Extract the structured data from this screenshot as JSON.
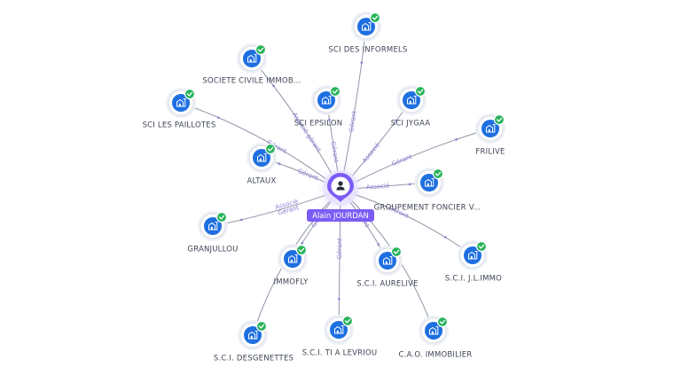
{
  "center": {
    "name": "Alain JOURDAN",
    "icon": "person-icon",
    "color": "#7b5cf5"
  },
  "colors": {
    "node": "#1e6fe0",
    "check": "#27b35a",
    "edge": "#8e96a6",
    "edge_label": "#8a7fd6"
  },
  "companies": [
    {
      "id": "sci-des-informels",
      "name": "SCI DES INFORMELS",
      "roles": [
        "Gérant"
      ]
    },
    {
      "id": "societe-civile-immob",
      "name": "SOCIETE CIVILE IMMOB...",
      "roles": [
        "Associé-gérant"
      ]
    },
    {
      "id": "sci-epsilon",
      "name": "SCI EPSILON",
      "roles": [
        "Gérant"
      ]
    },
    {
      "id": "sci-jygaa",
      "name": "SCI JYGAA",
      "roles": [
        "Associé"
      ]
    },
    {
      "id": "sci-les-paillotes",
      "name": "SCI LES PAILLOTES",
      "roles": [
        "Gérant"
      ]
    },
    {
      "id": "frilive",
      "name": "FRILIVE",
      "roles": [
        "Gérant"
      ]
    },
    {
      "id": "altaux",
      "name": "ALTAUX",
      "roles": [
        "Gérant"
      ]
    },
    {
      "id": "groupement-foncier",
      "name": "GROUPEMENT FONCIER V...",
      "roles": [
        "Associé"
      ]
    },
    {
      "id": "granjullou",
      "name": "GRANJULLOU",
      "roles": [
        "Gérant",
        "Associé"
      ]
    },
    {
      "id": "immofly",
      "name": "IMMOFLY",
      "roles": [
        "Gérant"
      ]
    },
    {
      "id": "sci-aurelive",
      "name": "S.C.I. AURELIVE",
      "roles": [
        "Gérant"
      ]
    },
    {
      "id": "sci-jl-immo",
      "name": "S.C.I. J.L.IMMO",
      "roles": [
        "Gérant"
      ]
    },
    {
      "id": "sci-ti-a-levriou",
      "name": "S.C.I. TI A LEVRIOU",
      "roles": [
        "Gérant"
      ]
    },
    {
      "id": "sci-desgenettes",
      "name": "S.C.I. DESGENETTES",
      "roles": []
    },
    {
      "id": "cao-immobilier",
      "name": "C.A.O. IMMOBILIER",
      "roles": []
    }
  ]
}
